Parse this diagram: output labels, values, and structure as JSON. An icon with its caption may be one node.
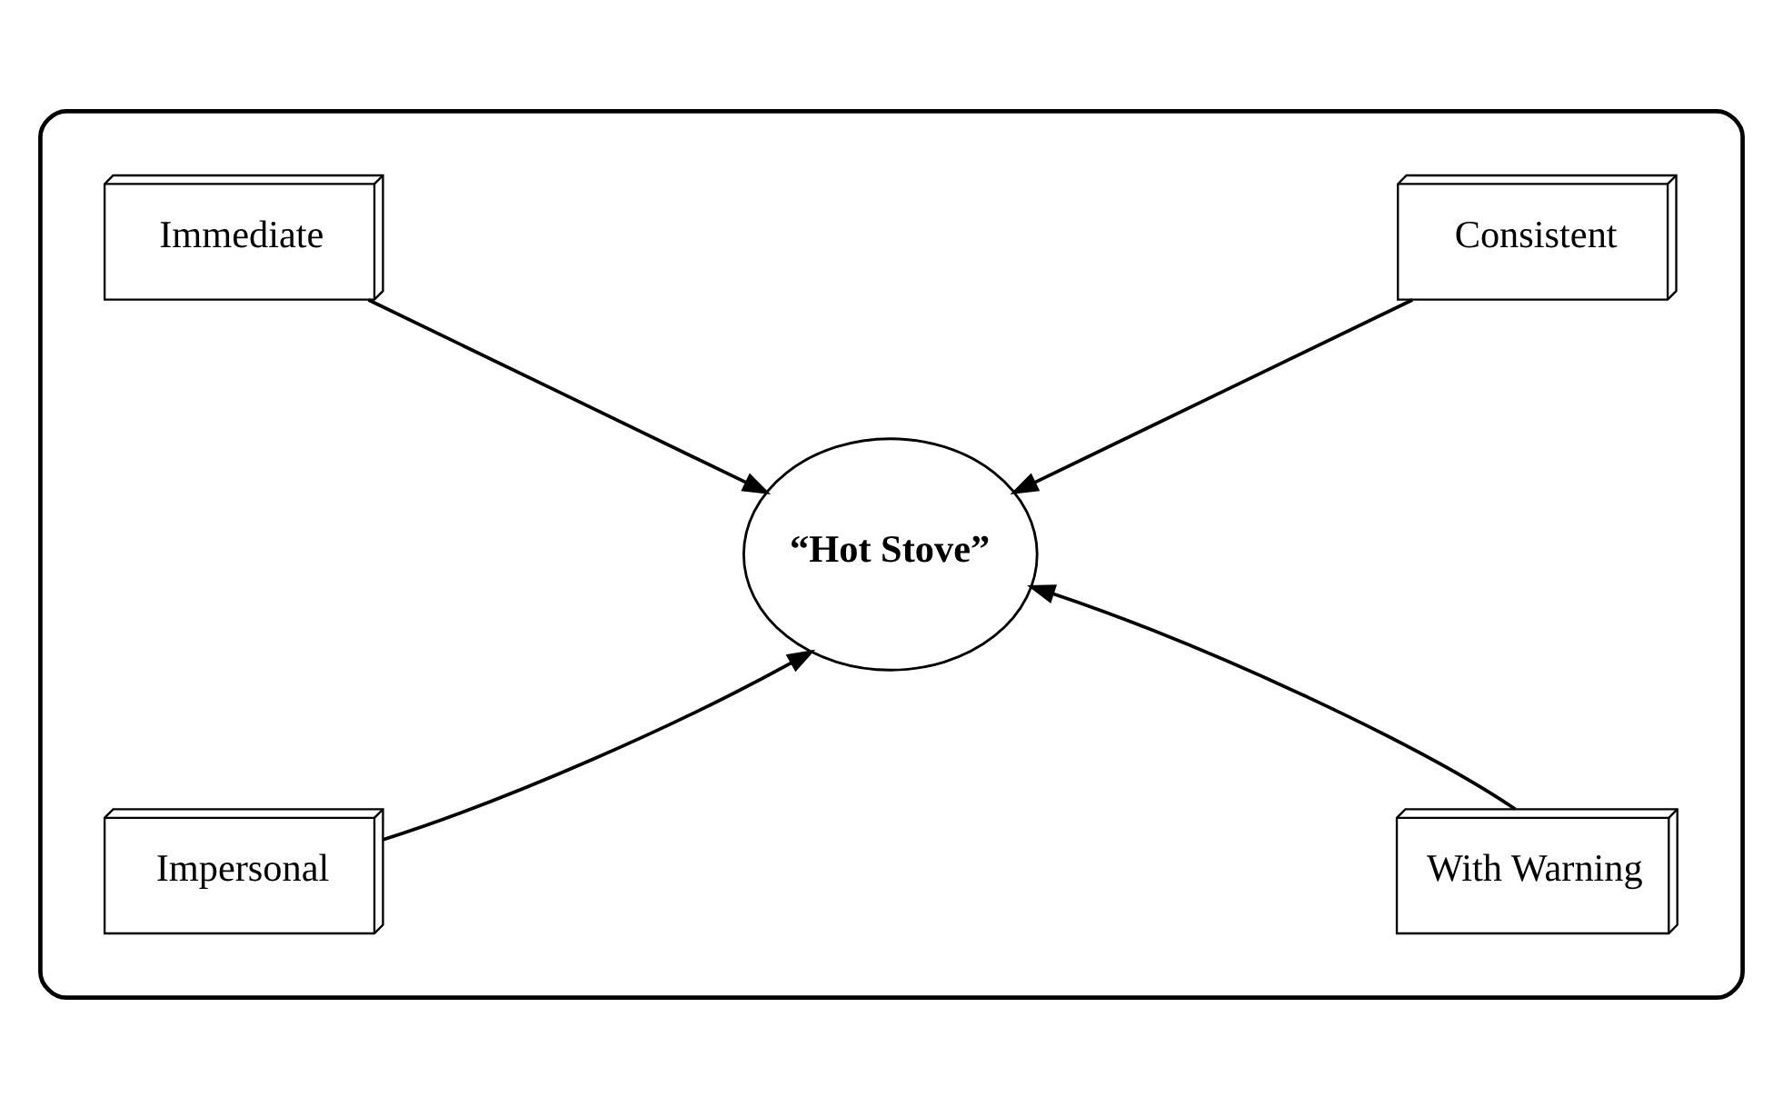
{
  "diagram": {
    "nodes": [
      {
        "text": [],
        "shape": "box"
      },
      {
        "text": [
          "Immediate"
        ],
        "in": 0
      },
      {
        "text": [
          "Consistent"
        ],
        "in": 0
      },
      {
        "text": [
          "“Hot Stove”"
        ],
        "in": 0
      },
      {
        "text": [
          "Impersonal"
        ],
        "in": 0
      },
      {
        "text": [
          "With Warning"
        ],
        "in": 0
      }
    ],
    "edges": [
      {
        "from": 1,
        "to": 3,
        "arrow": "to"
      },
      {
        "from": 2,
        "to": 3,
        "arrow": "to"
      },
      {
        "from": 4,
        "to": 3,
        "arrow": "to"
      },
      {
        "from": 5,
        "to": 3,
        "arrow": "to"
      }
    ]
  }
}
